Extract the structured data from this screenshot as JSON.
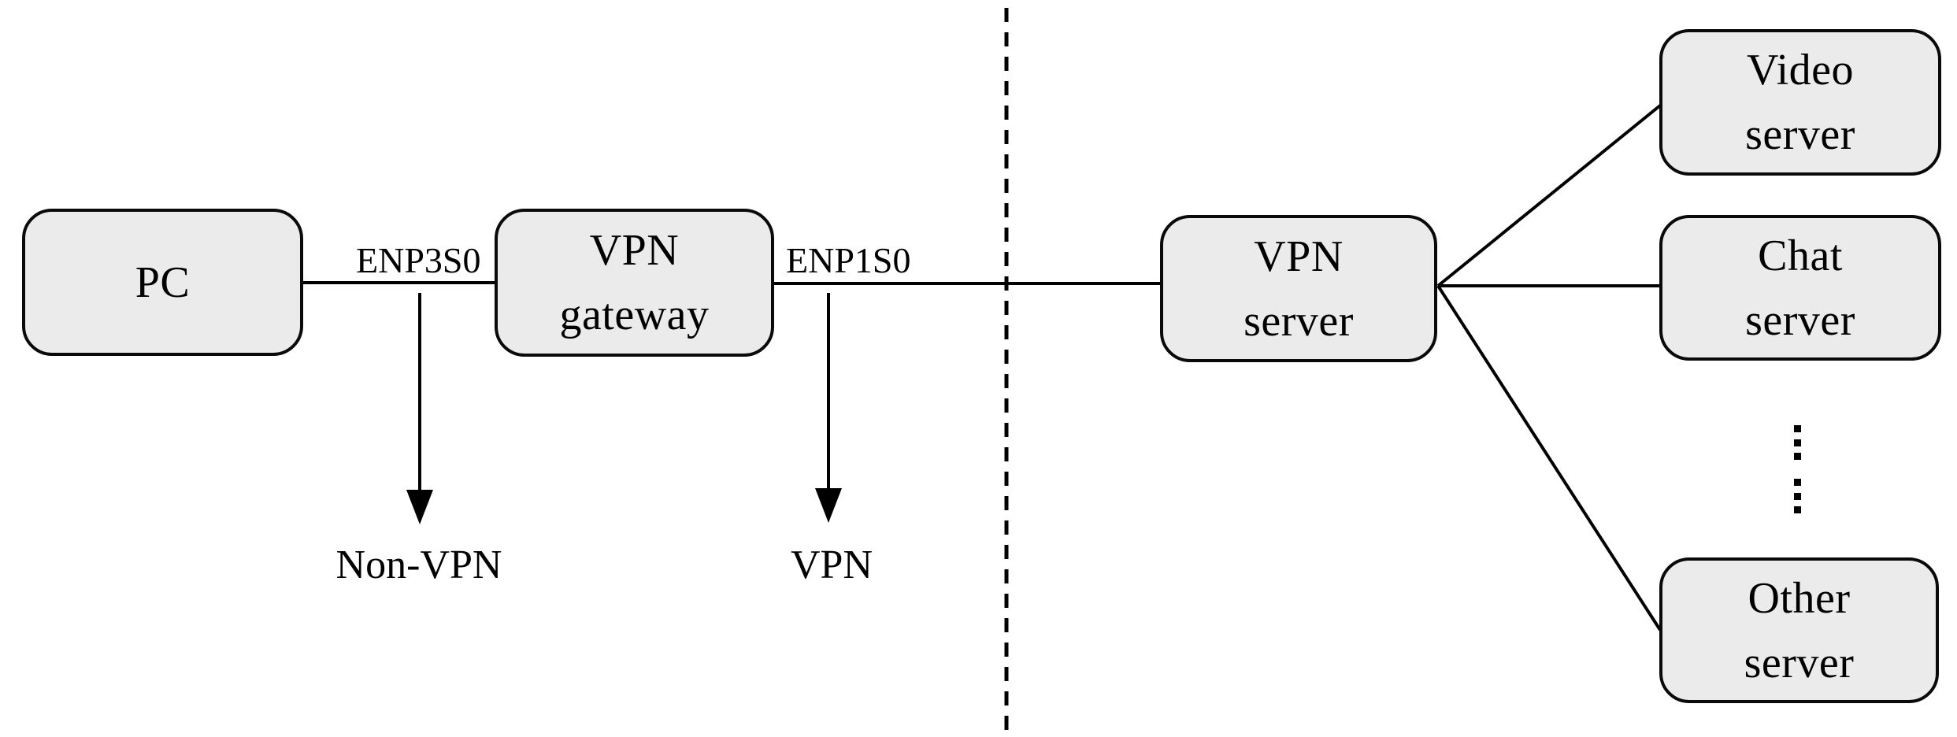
{
  "colors": {
    "node_fill": "#ebebeb",
    "node_border": "#0a0a0a",
    "line": "#000000"
  },
  "nodes": {
    "pc": {
      "label": "PC"
    },
    "vpn_gateway": {
      "label": "VPN\ngateway"
    },
    "vpn_server": {
      "label": "VPN\nserver"
    },
    "video_server": {
      "label": "Video\nserver"
    },
    "chat_server": {
      "label": "Chat\nserver"
    },
    "other_server": {
      "label": "Other\nserver"
    }
  },
  "interface_labels": {
    "enp3s0": "ENP3S0",
    "enp1s0": "ENP1S0"
  },
  "traffic_labels": {
    "non_vpn": "Non-VPN",
    "vpn": "VPN"
  }
}
